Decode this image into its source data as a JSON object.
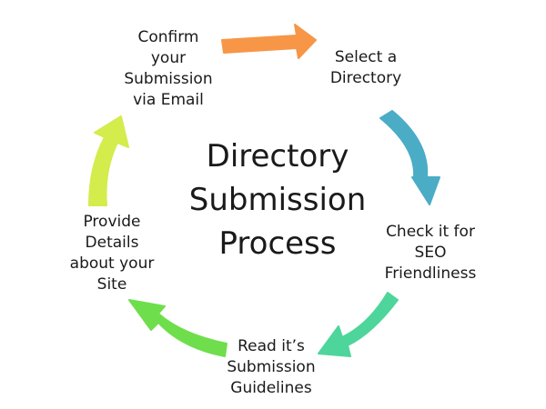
{
  "center_title": {
    "line1": "Directory",
    "line2": "Submission",
    "line3": "Process"
  },
  "steps": [
    {
      "id": "confirm",
      "lines": [
        "Confirm",
        "your",
        "Submission",
        "via Email"
      ],
      "color": "#f79646"
    },
    {
      "id": "select",
      "lines": [
        "Select a",
        "Directory"
      ],
      "color": "#4bacc6"
    },
    {
      "id": "check",
      "lines": [
        "Check it for",
        "SEO",
        "Friendliness"
      ],
      "color": "#4ed59b"
    },
    {
      "id": "read",
      "lines": [
        "Read it’s",
        "Submission",
        "Guidelines"
      ],
      "color": "#6fde4c"
    },
    {
      "id": "provide",
      "lines": [
        "Provide",
        "Details",
        "about your",
        "Site"
      ],
      "color": "#d4ec4c"
    }
  ]
}
